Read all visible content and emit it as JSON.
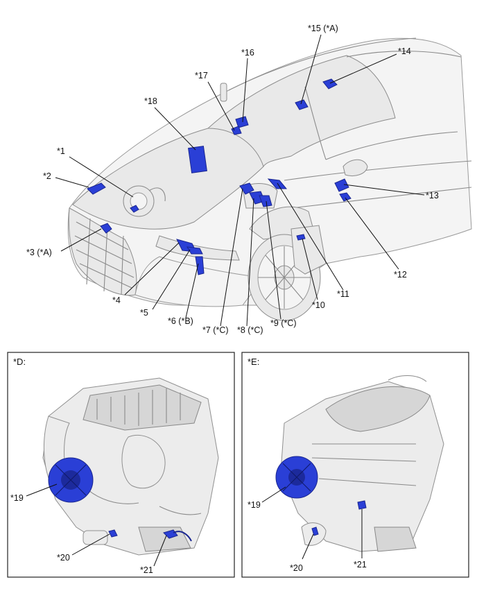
{
  "callouts": {
    "c1": "*1",
    "c2": "*2",
    "c3": "*3 (*A)",
    "c4": "*4",
    "c5": "*5",
    "c6": "*6 (*B)",
    "c7": "*7 (*C)",
    "c8": "*8 (*C)",
    "c9": "*9 (*C)",
    "c10": "*10",
    "c11": "*11",
    "c12": "*12",
    "c13": "*13",
    "c14": "*14",
    "c15": "*15 (*A)",
    "c16": "*16",
    "c17": "*17",
    "c18": "*18"
  },
  "panel_d": {
    "title": "*D:",
    "c19": "*19",
    "c20": "*20",
    "c21": "*21"
  },
  "panel_e": {
    "title": "*E:",
    "c19": "*19",
    "c20": "*20",
    "c21": "*21"
  },
  "colors": {
    "highlight_part": "#2a3fd6",
    "line": "#111111",
    "body_gray": "#e9e9e9"
  }
}
